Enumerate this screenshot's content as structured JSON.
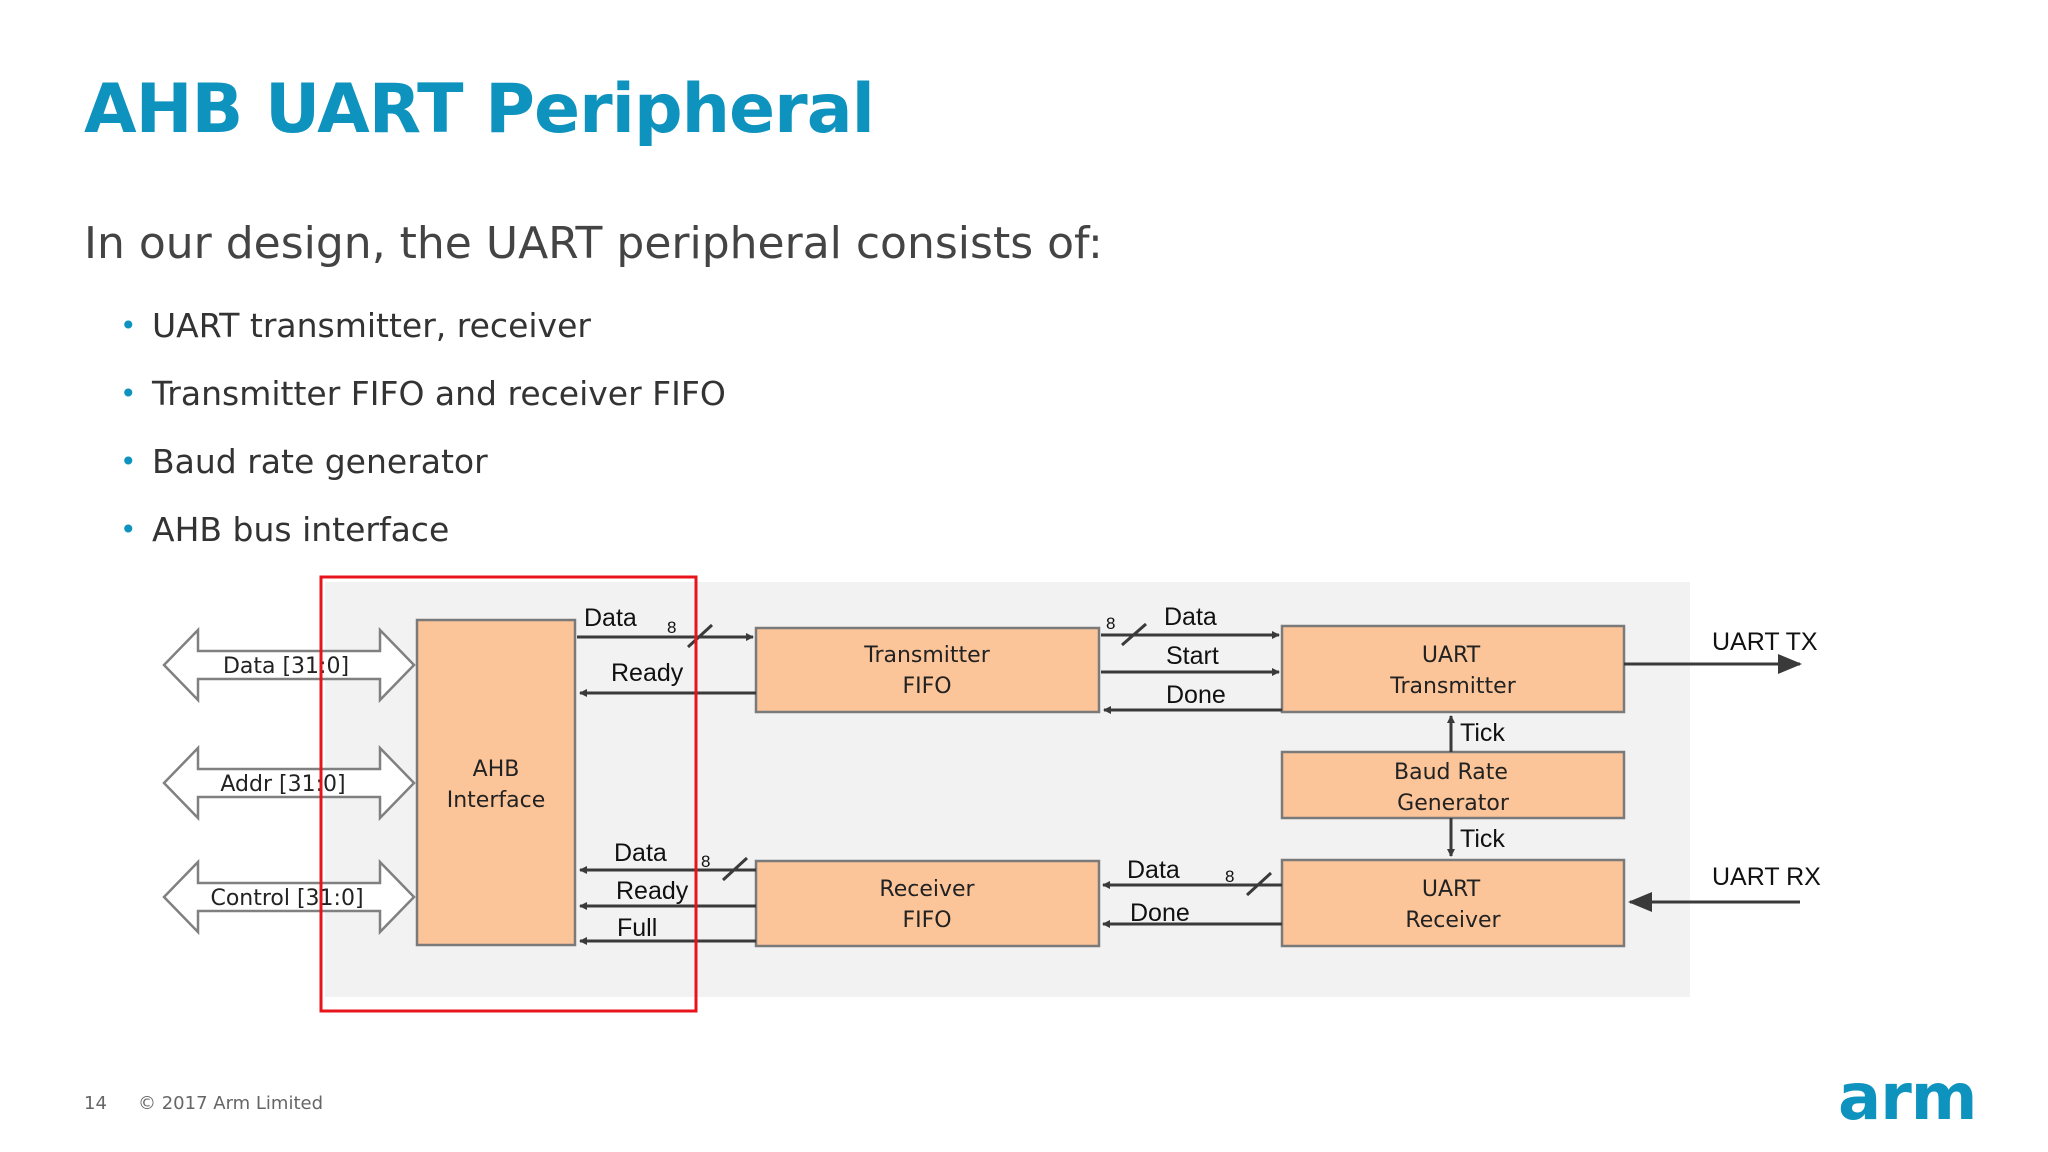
{
  "slide": {
    "title": "AHB UART Peripheral",
    "subtitle": "In our design, the UART peripheral consists of:",
    "bullets": [
      "UART transmitter, receiver",
      "Transmitter FIFO and receiver FIFO",
      "Baud rate generator",
      "AHB bus interface"
    ],
    "page_number": "14",
    "copyright": "© 2017 Arm Limited",
    "logo_text": "arm"
  },
  "diagram": {
    "blocks": {
      "ahb_interface": [
        "AHB",
        "Interface"
      ],
      "tx_fifo": [
        "Transmitter",
        "FIFO"
      ],
      "rx_fifo": [
        "Receiver",
        "FIFO"
      ],
      "uart_tx": [
        "UART",
        "Transmitter"
      ],
      "baud_gen": [
        "Baud Rate",
        "Generator"
      ],
      "uart_rx": [
        "UART",
        "Receiver"
      ]
    },
    "bus_ports": {
      "data": "Data [31:0]",
      "addr": "Addr [31:0]",
      "control": "Control [31:0]"
    },
    "signals": {
      "ahb_txfifo_data": "Data",
      "ahb_txfifo_width": "8",
      "ahb_txfifo_ready": "Ready",
      "txfifo_uart_width": "8",
      "txfifo_uart_data": "Data",
      "txfifo_uart_start": "Start",
      "txfifo_uart_done": "Done",
      "tick_top": "Tick",
      "tick_bottom": "Tick",
      "rx_ahb_data": "Data",
      "rx_ahb_width": "8",
      "rx_ahb_ready": "Ready",
      "rx_ahb_full": "Full",
      "uartrx_fifo_data": "Data",
      "uartrx_fifo_width": "8",
      "uartrx_fifo_done": "Done"
    },
    "external": {
      "tx": "UART TX",
      "rx": "UART RX"
    },
    "colors": {
      "block_fill": "#fcc599",
      "block_border": "#7a7a7a",
      "panel": "#f2f2f2",
      "highlight": "#e8141c",
      "wire": "#3a3a3a"
    }
  }
}
